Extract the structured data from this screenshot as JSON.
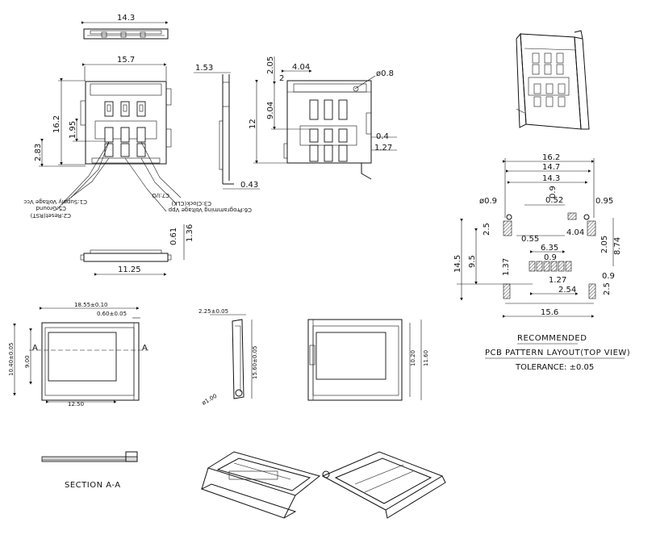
{
  "drawing": {
    "top_view_width": "14.3",
    "front": {
      "width": "15.7",
      "h_overall": "16.2",
      "h_mid": "1.95",
      "h_low": "2.83"
    },
    "pins": {
      "c7": "C7:I/O",
      "c3": "C3:Clock(CLK)",
      "c6": "C6:Programming Voltage Vpp",
      "c1": "C1:Supply Voltage Vcc",
      "c5": "C5:Ground",
      "c2": "C2:Reset(RST)"
    },
    "side": {
      "top": "1.53",
      "bottom": "0.43"
    },
    "right_view": {
      "d205": "2.05",
      "d404": "4.04",
      "d2": "2",
      "hole": "ø0.8",
      "d904": "9.04",
      "d12": "12",
      "d04": "0.4",
      "d127": "1.27"
    },
    "bottom_side": {
      "d061": "0.61",
      "d136": "1.36",
      "d1125": "11.25"
    },
    "pcb": {
      "d162": "16.2",
      "d147": "14.7",
      "d143": "14.3",
      "hole": "ø0.9",
      "d052": "0.52",
      "d09a": "0.9",
      "d095": "0.95",
      "d25a": "2.5",
      "d055": "0.55",
      "d404": "4.04",
      "d874": "8.74",
      "d635": "6.35",
      "d09b": "0.9",
      "d205": "2.05",
      "d145": "14.5",
      "d95": "9.5",
      "d137": "1.37",
      "d127": "1.27",
      "d254": "2.54",
      "d09c": "0.9",
      "d25b": "2.5",
      "d156": "15.6",
      "title1": "RECOMMENDED",
      "title2": "PCB PATTERN LAYOUT(TOP VIEW)",
      "tolerance": "TOLERANCE: ±0.05"
    },
    "tray": {
      "w": "18.55±0.10",
      "lip": "0.60±0.05",
      "h_outer": "10.40±0.05",
      "h_inner": "9.00",
      "depth": "12.50",
      "sec_a": "A"
    },
    "pin_view": {
      "w": "2.25±0.05",
      "len": "15.60±0.05",
      "hole": "ø1.00"
    },
    "tray_back": {
      "d1020": "10.20",
      "d1160": "11.60"
    },
    "section": "SECTION A-A"
  }
}
